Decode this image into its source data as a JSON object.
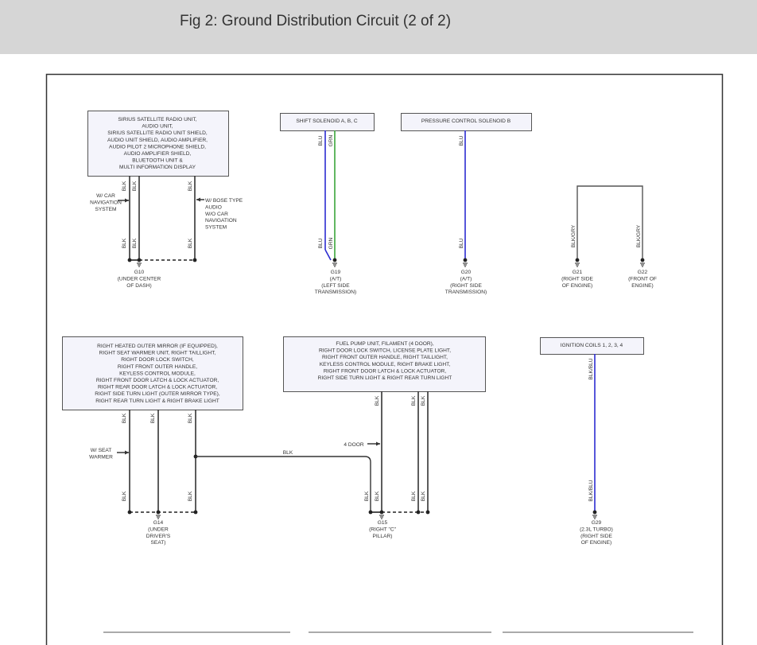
{
  "page": {
    "title": "Fig 2: Ground Distribution Circuit (2 of 2)"
  },
  "colors": {
    "blk": "#333333",
    "blu": "#2b2bd0",
    "grn": "#3aa53a",
    "box_fill": "#f4f4fb",
    "header_bg": "#d6d6d6"
  },
  "components": {
    "audio": [
      "SIRIUS SATELLITE RADIO UNIT,",
      "AUDIO UNIT,",
      "SIRIUS SATELLITE RADIO UNIT SHIELD,",
      "AUDIO UNIT SHIELD, AUDIO AMPLIFIER,",
      "AUDIO PILOT 2 MICROPHONE SHIELD,",
      "AUDIO AMPLIFIER SHIELD,",
      "BLUETOOTH UNIT &",
      "MULTI INFORMATION DISPLAY"
    ],
    "shift_solenoid": "SHIFT SOLENOID A, B, C",
    "pressure_solenoid": "PRESSURE CONTROL SOLENOID B",
    "mirror": [
      "RIGHT HEATED OUTER MIRROR (IF EQUIPPED),",
      "RIGHT SEAT WARMER UNIT, RIGHT TAILLIGHT,",
      "RIGHT DOOR LOCK SWITCH,",
      "RIGHT FRONT OUTER HANDLE,",
      "KEYLESS CONTROL MODULE,",
      "RIGHT FRONT DOOR LATCH & LOCK ACTUATOR,",
      "RIGHT REAR DOOR LATCH & LOCK ACTUATOR,",
      "RIGHT SIDE TURN LIGHT (OUTER MIRROR TYPE),",
      "RIGHT REAR TURN LIGHT & RIGHT BRAKE LIGHT"
    ],
    "fuel_pump": [
      "FUEL PUMP UNIT, FILAMENT (4 DOOR),",
      "RIGHT DOOR LOCK SWITCH, LICENSE PLATE LIGHT,",
      "RIGHT FRONT OUTER HANDLE, RIGHT TAILLIGHT,",
      "KEYLESS CONTROL MODULE, RIGHT BRAKE LIGHT,",
      "RIGHT FRONT DOOR LATCH & LOCK ACTUATOR,",
      "RIGHT SIDE TURN LIGHT & RIGHT REAR TURN LIGHT"
    ],
    "ignition": "IGNITION COILS 1, 2, 3, 4"
  },
  "wire_colors": {
    "blk": "BLK",
    "blu": "BLU",
    "grn": "GRN",
    "blk_gry": "BLK/GRY",
    "blk_blu": "BLK/BLU"
  },
  "notes": {
    "car_nav": [
      "W/ CAR",
      "NAVIGATION",
      "SYSTEM"
    ],
    "bose": [
      "W/ BOSE TYPE",
      "AUDIO",
      "W/O CAR",
      "NAVIGATION",
      "SYSTEM"
    ],
    "seat_warmer": [
      "W/ SEAT",
      "WARMER"
    ],
    "four_door": "4 DOOR"
  },
  "grounds": {
    "g10": [
      "G10",
      "(UNDER CENTER",
      "OF DASH)"
    ],
    "g19": [
      "G19",
      "(A/T)",
      "(LEFT SIDE",
      "TRANSMISSION)"
    ],
    "g20": [
      "G20",
      "(A/T)",
      "(RIGHT SIDE",
      "TRANSMISSION)"
    ],
    "g21": [
      "G21",
      "(RIGHT SIDE",
      "OF ENGINE)"
    ],
    "g22": [
      "G22",
      "(FRONT OF",
      "ENGINE)"
    ],
    "g14": [
      "G14",
      "(UNDER",
      "DRIVER'S",
      "SEAT)"
    ],
    "g15": [
      "G15",
      "(RIGHT \"C\"",
      "PILLAR)"
    ],
    "g29": [
      "G29",
      "(2.3L TURBO)",
      "(RIGHT SIDE",
      "OF ENGINE)"
    ]
  }
}
